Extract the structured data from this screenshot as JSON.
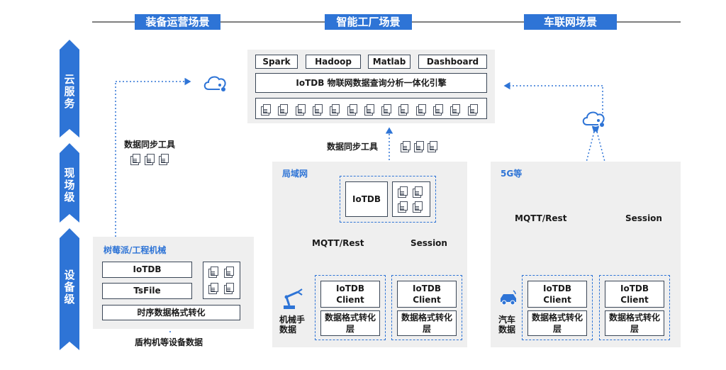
{
  "scenes": {
    "equipment": "装备运营场景",
    "factory": "智能工厂场景",
    "vehicle": "车联网场景"
  },
  "levels": {
    "cloud": "云服务",
    "site": "现场级",
    "device": "设备级"
  },
  "cloud_engine": {
    "tools": [
      "Spark",
      "Hadoop",
      "Matlab",
      "Dashboard"
    ],
    "engine": "IoTDB 物联网数据查询分析一体化引擎"
  },
  "equipment": {
    "sync": "数据同步工具",
    "title": "树莓派/工程机械",
    "iotdb": "IoTDB",
    "tsfile": "TsFile",
    "convert": "时序数据格式转化",
    "source": "盾构机等设备数据"
  },
  "factory": {
    "sync": "数据同步工具",
    "network": "局域网",
    "iotdb": "IoTDB",
    "mqtt": "MQTT/Rest",
    "session": "Session",
    "client": "IoTDB Client",
    "layer": "数据格式转化层",
    "device": "机械手数据"
  },
  "vehicle": {
    "network": "5G等",
    "mqtt": "MQTT/Rest",
    "session": "Session",
    "client": "IoTDB Client",
    "layer": "数据格式转化层",
    "device": "汽车数据"
  },
  "icons": [
    "cloud-icon",
    "file-stack-icon",
    "robot-arm-icon",
    "car-icon"
  ],
  "colors": {
    "accent": "#2e74d6",
    "panel": "#efefef",
    "border": "#3a4656"
  }
}
